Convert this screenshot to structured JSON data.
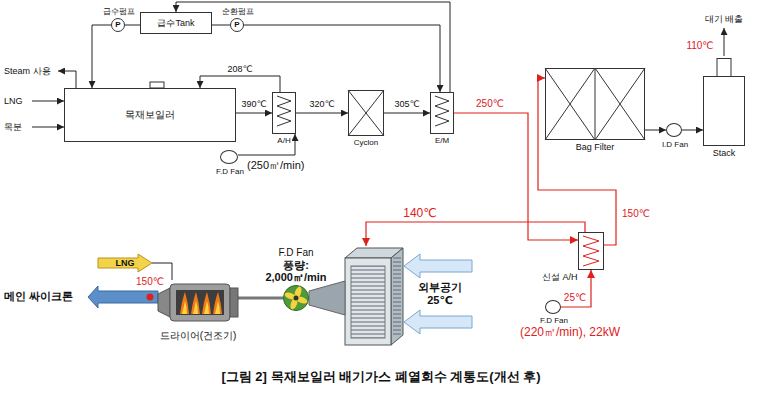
{
  "diagram": {
    "caption": "[그림 2] 목재보일러 배기가스 폐열회수 계통도(개선 후)",
    "nodes": [
      {
        "text": [
          "급수Tank"
        ]
      },
      {
        "text": [
          "급수펌프",
          "P"
        ]
      },
      {
        "text": [
          "순환펌프",
          "P"
        ]
      },
      {
        "text": [
          "목재보일러"
        ]
      },
      {
        "text": [
          "A/H"
        ]
      },
      {
        "text": [
          "F.D Fan",
          "(250㎥/min)"
        ]
      },
      {
        "text": [
          "Cyclon"
        ]
      },
      {
        "text": [
          "E/M"
        ]
      },
      {
        "text": [
          "Bag Filter"
        ]
      },
      {
        "text": [
          "I.D Fan"
        ]
      },
      {
        "text": [
          "Stack"
        ]
      },
      {
        "text": [
          "신설 A/H"
        ]
      },
      {
        "text": [
          "F.D Fan"
        ]
      },
      {
        "text": [
          "LNG"
        ]
      },
      {
        "text": [
          "드라이어(건조기)"
        ]
      },
      {
        "text": [
          "F.D Fan",
          "풍량:",
          "2,000㎥/min"
        ]
      }
    ],
    "edges": [
      {
        "from": 0,
        "to": 1,
        "arrow": "none"
      },
      {
        "from": 1,
        "to": 3,
        "arrow": "to"
      },
      {
        "from": 0,
        "to": 2,
        "arrow": "none"
      },
      {
        "from": 2,
        "to": 7,
        "arrow": "to"
      },
      {
        "from": 7,
        "to": 0,
        "arrow": "to"
      },
      {
        "from": 3,
        "to": 4,
        "arrow": "to",
        "label": "390℃"
      },
      {
        "from": 4,
        "to": 6,
        "arrow": "to",
        "label": "320℃"
      },
      {
        "from": 6,
        "to": 7,
        "arrow": "to",
        "label": "305℃"
      },
      {
        "from": 7,
        "to": 11,
        "arrow": "to",
        "label": "250℃"
      },
      {
        "from": 11,
        "to": 8,
        "arrow": "to",
        "label": "150℃"
      },
      {
        "from": 8,
        "to": 9,
        "arrow": "to"
      },
      {
        "from": 9,
        "to": 10,
        "arrow": "to"
      },
      {
        "from": 5,
        "to": 4,
        "arrow": "to"
      },
      {
        "from": 4,
        "to": 3,
        "arrow": "to",
        "label": "208℃"
      },
      {
        "from": 12,
        "to": 11,
        "arrow": "to",
        "label": "25℃"
      },
      {
        "from": 13,
        "to": 14,
        "arrow": "none"
      },
      {
        "from": 15,
        "to": 14,
        "arrow": "none"
      }
    ],
    "labels": [
      "Steam 사용",
      "LNG",
      "목분",
      "110℃",
      "대기 배출",
      "140℃",
      "(220㎥/min), 22kW",
      "150℃",
      "메인 싸이크론",
      "외부공기 25℃"
    ]
  }
}
